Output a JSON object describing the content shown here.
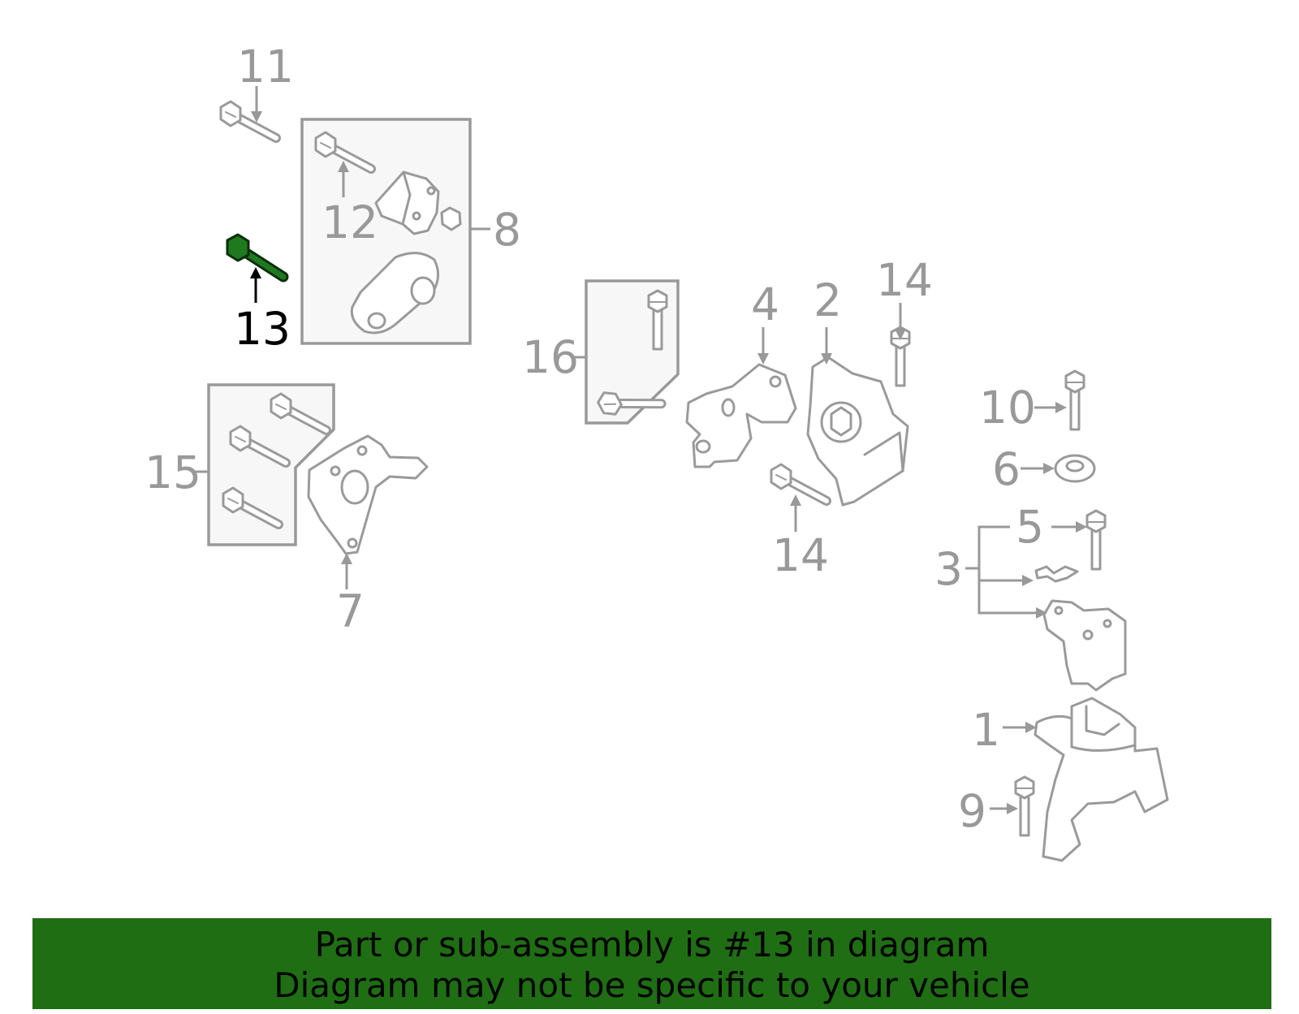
{
  "diagram": {
    "callouts": {
      "c1": "1",
      "c2": "2",
      "c3": "3",
      "c4": "4",
      "c5": "5",
      "c6": "6",
      "c7": "7",
      "c8": "8",
      "c9": "9",
      "c10": "10",
      "c11": "11",
      "c12": "12",
      "c13": "13",
      "c14a": "14",
      "c14b": "14",
      "c15": "15",
      "c16": "16"
    },
    "highlighted_part": "13",
    "highlight_color": "#1f7a1f",
    "banner_color": "#1f6e14",
    "line_color": "#999999"
  },
  "banner": {
    "line1": "Part or sub-assembly is #13 in diagram",
    "line2": "Diagram may not be specific to your vehicle"
  }
}
